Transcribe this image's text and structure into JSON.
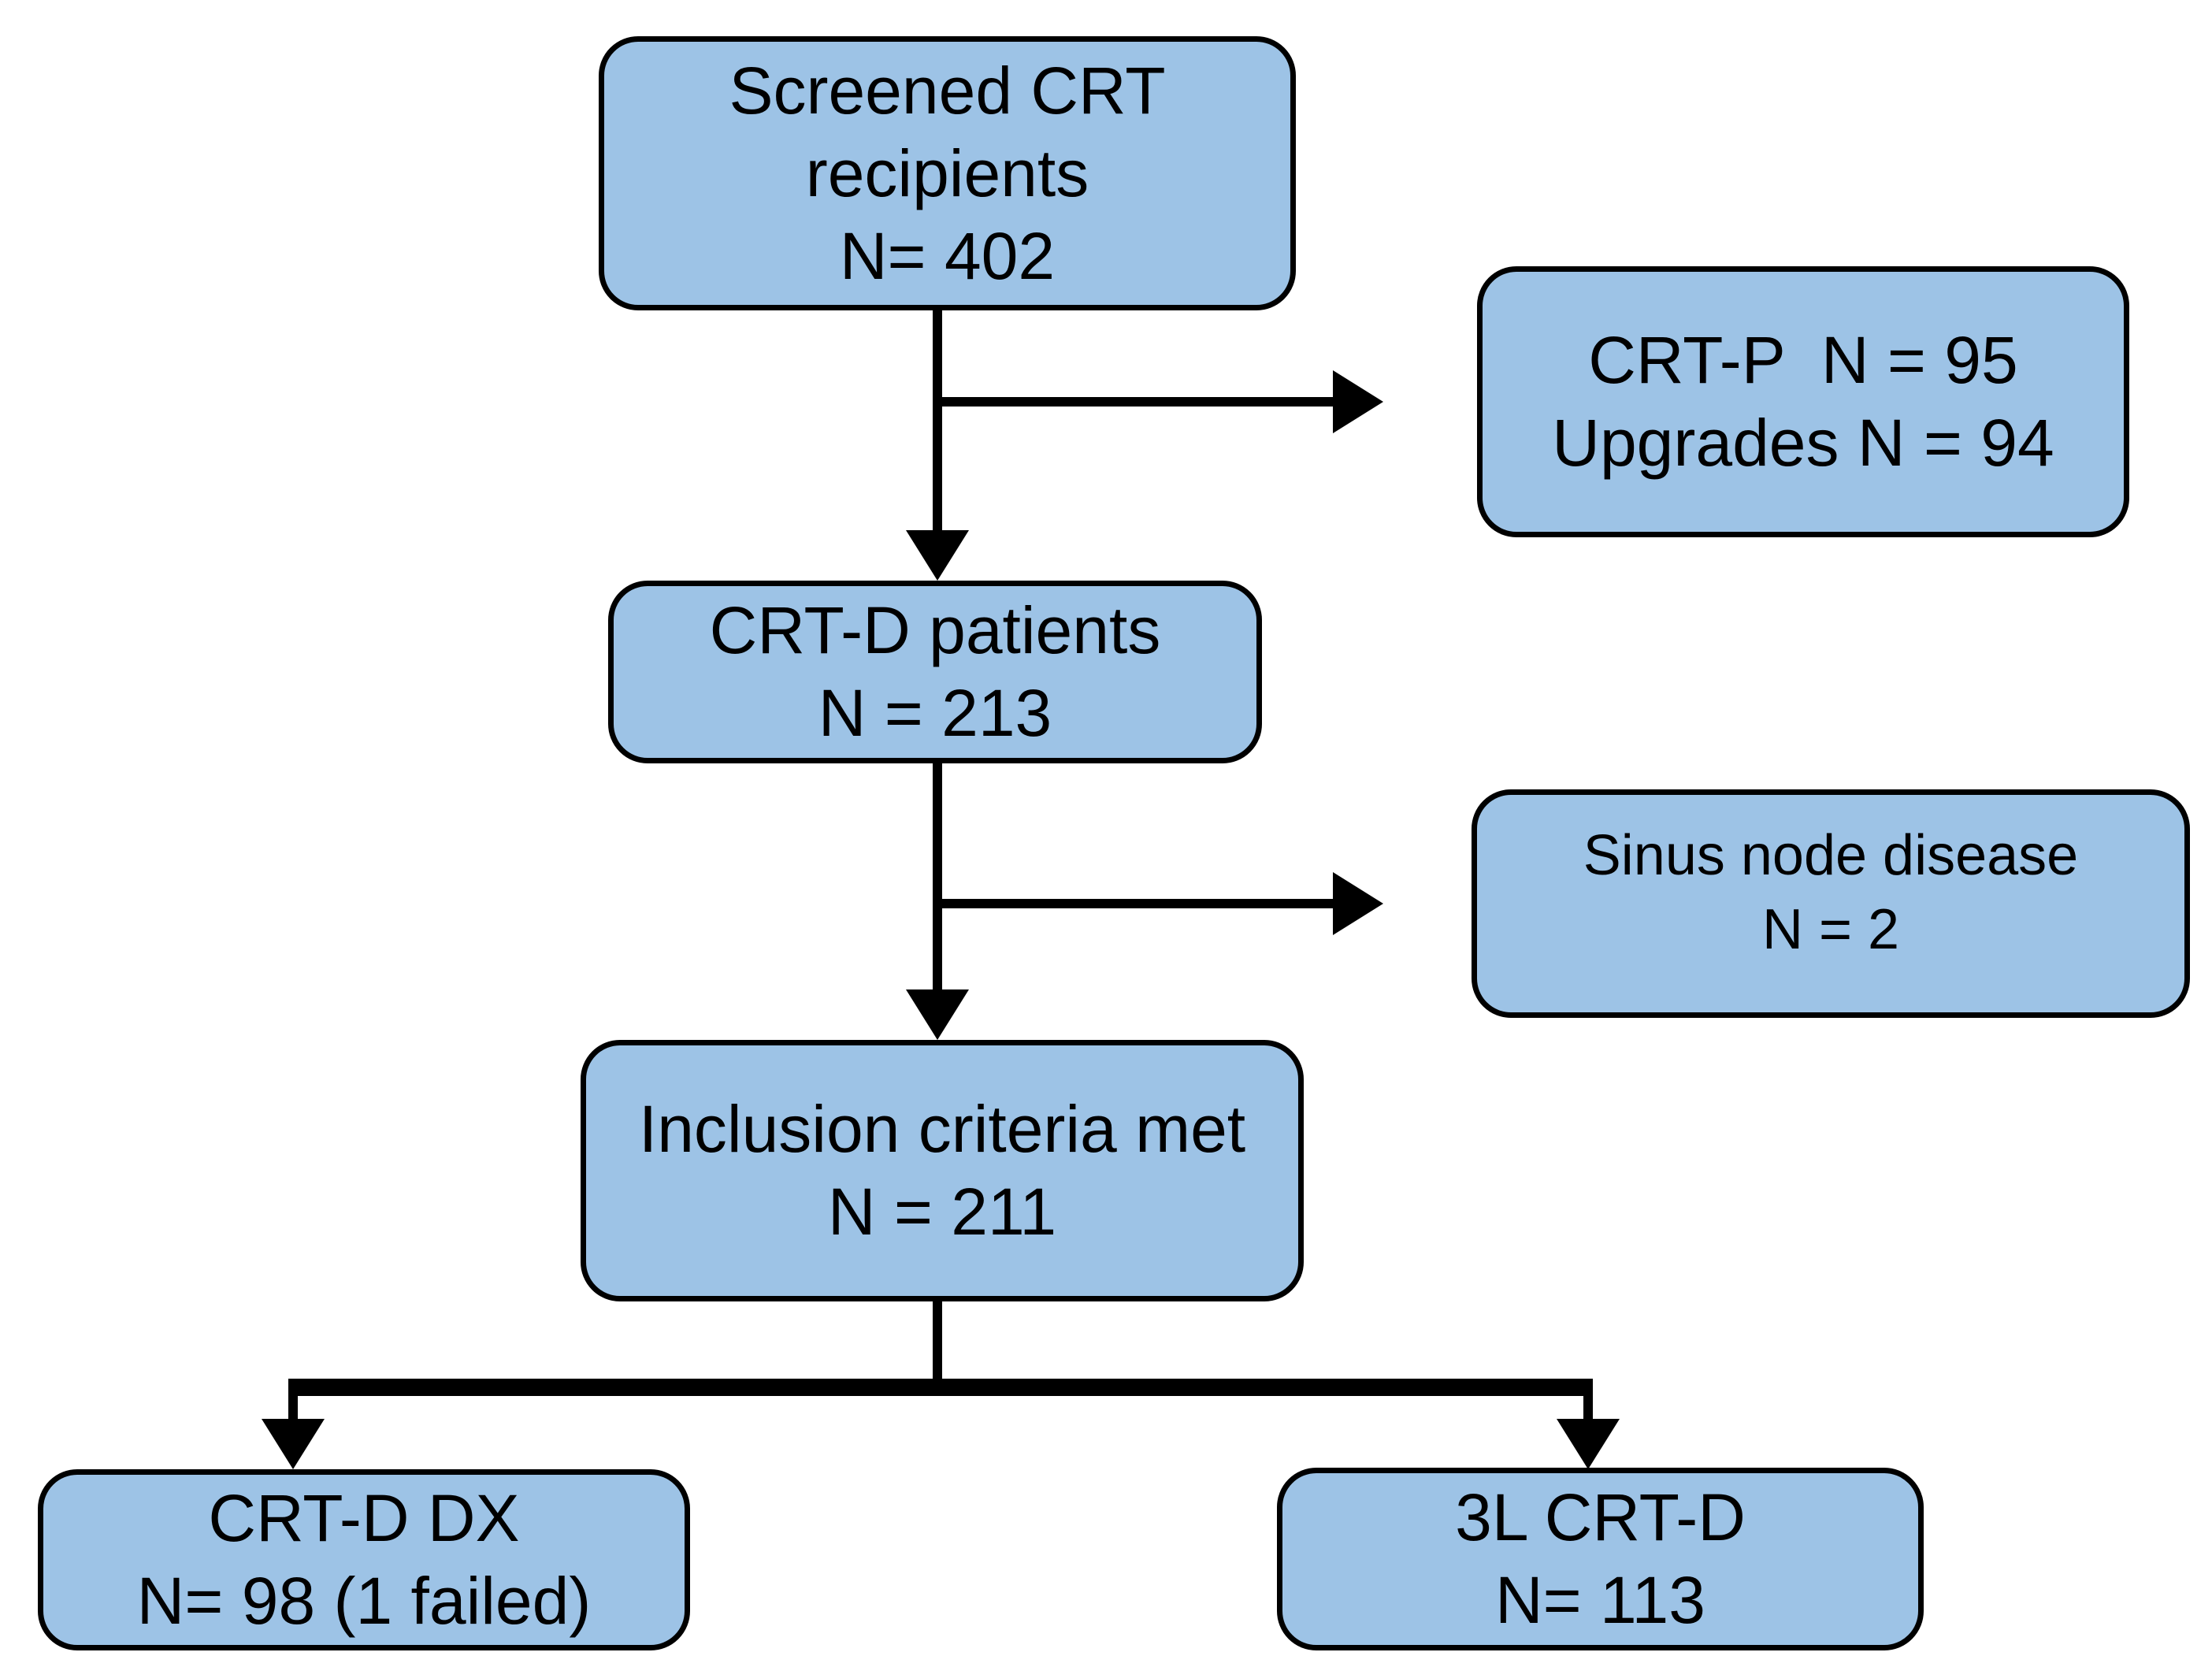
{
  "colors": {
    "background": "#FFFFFF",
    "box_fill": "#9DC3E6",
    "box_border": "#000000",
    "connector": "#000000",
    "text": "#000000"
  },
  "boxes": {
    "screened": {
      "lines": [
        "Screened CRT",
        "recipients",
        "N= 402"
      ]
    },
    "crtp_upgrades": {
      "lines": [
        "CRT-P  N = 95",
        "Upgrades N = 94"
      ]
    },
    "crtd_patients": {
      "lines": [
        "CRT-D patients",
        "N = 213"
      ]
    },
    "sinus_node": {
      "lines": [
        "Sinus node disease",
        "N = 2"
      ]
    },
    "inclusion": {
      "lines": [
        "Inclusion criteria met",
        "N = 211"
      ]
    },
    "crtd_dx": {
      "lines": [
        "CRT-D DX",
        "N= 98 (1 failed)"
      ]
    },
    "three_l_crtd": {
      "lines": [
        "3L CRT-D",
        "N= 113"
      ]
    }
  }
}
